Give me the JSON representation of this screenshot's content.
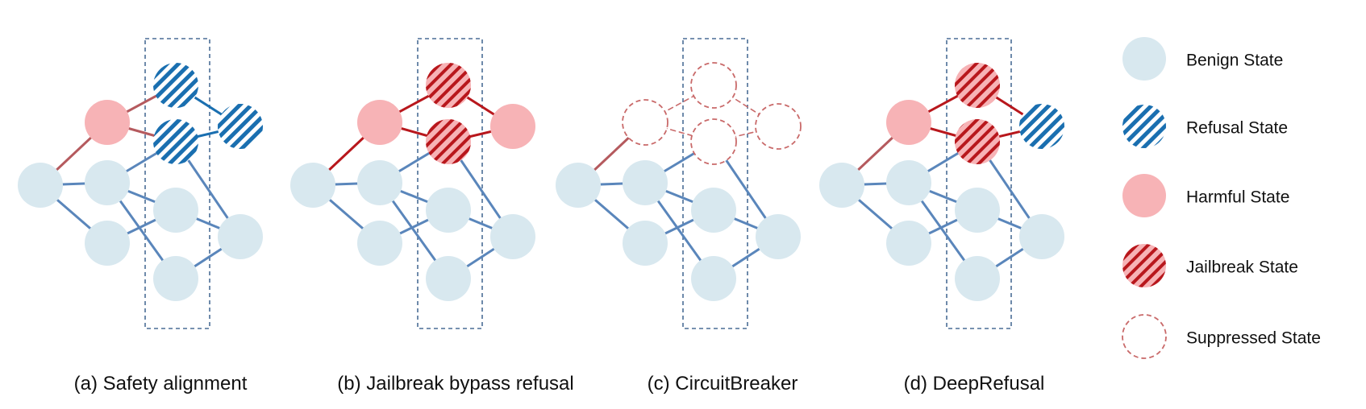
{
  "colors": {
    "benign": "#d8e8ef",
    "harmful": "#f7b3b6",
    "blue_edge": "#5a86bb",
    "red_edge": "#b8171c",
    "faded_red_edge": "#b55a5e",
    "refusal_edge": "#1a6fb0",
    "refusal_stripe": "#1a6fb0",
    "jailbreak_stripe": "#b8171c",
    "suppressed_outline": "#c96a6a",
    "box": "#4a6d96"
  },
  "panels": [
    {
      "id": "a",
      "caption": "(a) Safety alignment"
    },
    {
      "id": "b",
      "caption": "(b) Jailbreak bypass refusal"
    },
    {
      "id": "c",
      "caption": "(c) CircuitBreaker"
    },
    {
      "id": "d",
      "caption": "(d) DeepRefusal"
    }
  ],
  "legend": [
    {
      "type": "benign",
      "label": "Benign State"
    },
    {
      "type": "refusal",
      "label": "Refusal State"
    },
    {
      "type": "harmful",
      "label": "Harmful State"
    },
    {
      "type": "jailbreak",
      "label": "Jailbreak State"
    },
    {
      "type": "suppressed",
      "label": "Suppressed State"
    }
  ]
}
